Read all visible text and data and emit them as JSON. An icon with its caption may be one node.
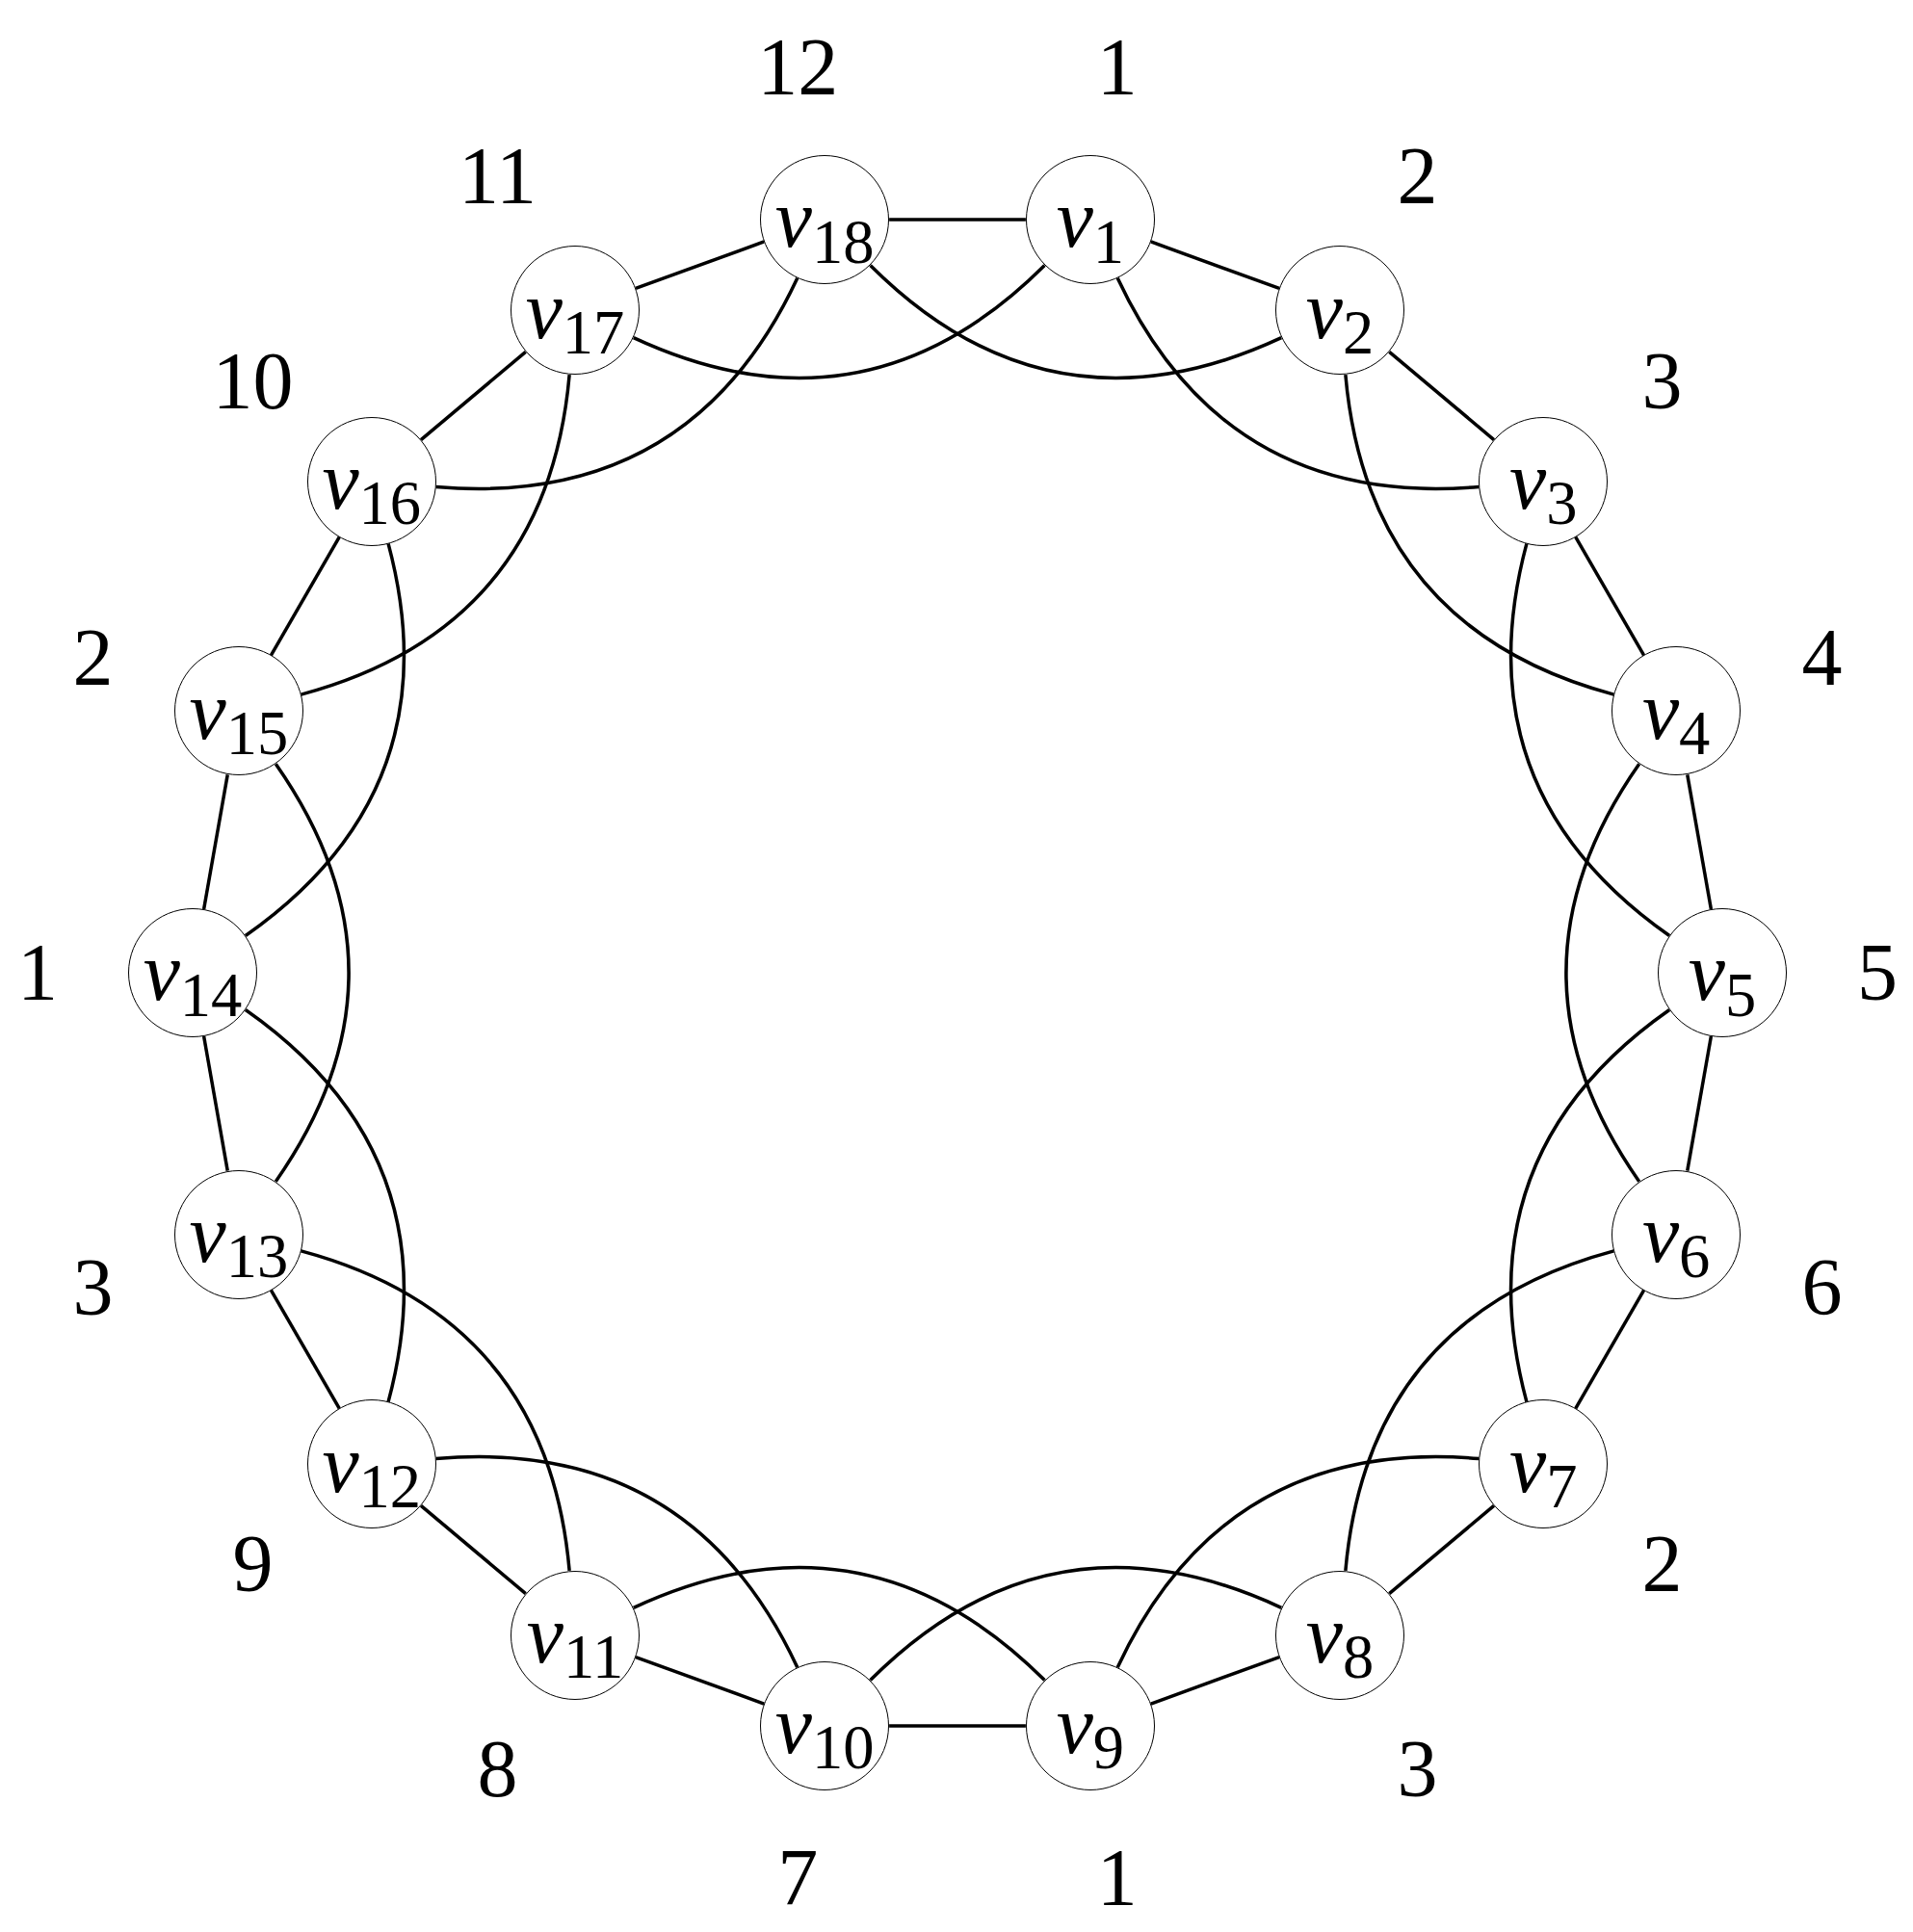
{
  "diagram": {
    "nodes": [
      {
        "text": [
          "*v*$_{1}$"
        ],
        "beside": [
          "1"
        ]
      },
      {
        "text": [
          "*v*$_{2}$"
        ],
        "beside": [
          "2"
        ]
      },
      {
        "text": [
          "*v*$_{3}$"
        ],
        "beside": [
          "3"
        ]
      },
      {
        "text": [
          "*v*$_{4}$"
        ],
        "beside": [
          "4"
        ]
      },
      {
        "text": [
          "*v*$_{5}$"
        ],
        "beside": [
          "5"
        ]
      },
      {
        "text": [
          "*v*$_{6}$"
        ],
        "beside": [
          "6"
        ]
      },
      {
        "text": [
          "*v*$_{7}$"
        ],
        "beside": [
          "2"
        ]
      },
      {
        "text": [
          "*v*$_{8}$"
        ],
        "beside": [
          "3"
        ]
      },
      {
        "text": [
          "*v*$_{9}$"
        ],
        "beside": [
          "1"
        ]
      },
      {
        "text": [
          "*v*$_{10}$"
        ],
        "beside": [
          "7"
        ]
      },
      {
        "text": [
          "*v*$_{11}$"
        ],
        "beside": [
          "8"
        ]
      },
      {
        "text": [
          "*v*$_{12}$"
        ],
        "beside": [
          "9"
        ]
      },
      {
        "text": [
          "*v*$_{13}$"
        ],
        "beside": [
          "3"
        ]
      },
      {
        "text": [
          "*v*$_{14}$"
        ],
        "beside": [
          "1"
        ]
      },
      {
        "text": [
          "*v*$_{15}$"
        ],
        "beside": [
          "2"
        ]
      },
      {
        "text": [
          "*v*$_{16}$"
        ],
        "beside": [
          "10"
        ]
      },
      {
        "text": [
          "*v*$_{17}$"
        ],
        "beside": [
          "11"
        ]
      },
      {
        "text": [
          "*v*$_{18}$"
        ],
        "beside": [
          "12"
        ]
      }
    ],
    "edges": [
      {
        "from": 0,
        "to": 1,
        "arrow": "none"
      },
      {
        "from": 1,
        "to": 2,
        "arrow": "none"
      },
      {
        "from": 2,
        "to": 3,
        "arrow": "none"
      },
      {
        "from": 3,
        "to": 4,
        "arrow": "none"
      },
      {
        "from": 4,
        "to": 5,
        "arrow": "none"
      },
      {
        "from": 5,
        "to": 6,
        "arrow": "none"
      },
      {
        "from": 6,
        "to": 7,
        "arrow": "none"
      },
      {
        "from": 7,
        "to": 8,
        "arrow": "none"
      },
      {
        "from": 8,
        "to": 9,
        "arrow": "none"
      },
      {
        "from": 9,
        "to": 10,
        "arrow": "none"
      },
      {
        "from": 10,
        "to": 11,
        "arrow": "none"
      },
      {
        "from": 11,
        "to": 12,
        "arrow": "none"
      },
      {
        "from": 12,
        "to": 13,
        "arrow": "none"
      },
      {
        "from": 13,
        "to": 14,
        "arrow": "none"
      },
      {
        "from": 14,
        "to": 15,
        "arrow": "none"
      },
      {
        "from": 15,
        "to": 16,
        "arrow": "none"
      },
      {
        "from": 16,
        "to": 17,
        "arrow": "none"
      },
      {
        "from": 17,
        "to": 0,
        "arrow": "none"
      },
      {
        "from": 0,
        "to": 2,
        "arrow": "none"
      },
      {
        "from": 1,
        "to": 3,
        "arrow": "none"
      },
      {
        "from": 2,
        "to": 4,
        "arrow": "none"
      },
      {
        "from": 3,
        "to": 5,
        "arrow": "none"
      },
      {
        "from": 4,
        "to": 6,
        "arrow": "none"
      },
      {
        "from": 5,
        "to": 7,
        "arrow": "none"
      },
      {
        "from": 6,
        "to": 8,
        "arrow": "none"
      },
      {
        "from": 7,
        "to": 9,
        "arrow": "none"
      },
      {
        "from": 8,
        "to": 10,
        "arrow": "none"
      },
      {
        "from": 9,
        "to": 11,
        "arrow": "none"
      },
      {
        "from": 10,
        "to": 12,
        "arrow": "none"
      },
      {
        "from": 11,
        "to": 13,
        "arrow": "none"
      },
      {
        "from": 12,
        "to": 14,
        "arrow": "none"
      },
      {
        "from": 13,
        "to": 15,
        "arrow": "none"
      },
      {
        "from": 14,
        "to": 16,
        "arrow": "none"
      },
      {
        "from": 15,
        "to": 17,
        "arrow": "none"
      },
      {
        "from": 16,
        "to": 0,
        "arrow": "none"
      },
      {
        "from": 17,
        "to": 1,
        "arrow": "none"
      }
    ]
  }
}
